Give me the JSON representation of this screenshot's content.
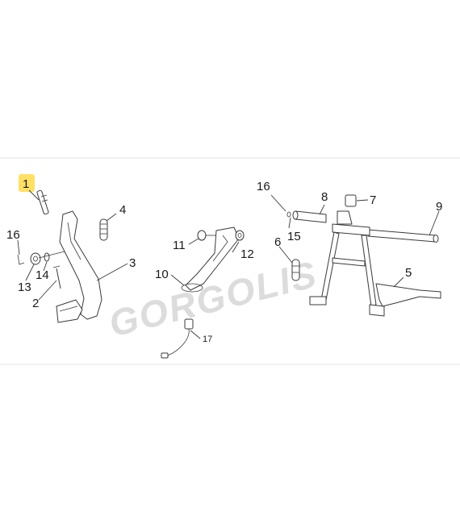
{
  "watermark": "GORGOLIS",
  "highlight_color": "#ffe066",
  "callouts": {
    "c1": "1",
    "c2": "2",
    "c3": "3",
    "c4": "4",
    "c5": "5",
    "c6": "6",
    "c7": "7",
    "c8": "8",
    "c9": "9",
    "c10": "10",
    "c11": "11",
    "c12": "12",
    "c13": "13",
    "c14": "14",
    "c15": "15",
    "c16a": "16",
    "c16b": "16",
    "c17": "17"
  }
}
